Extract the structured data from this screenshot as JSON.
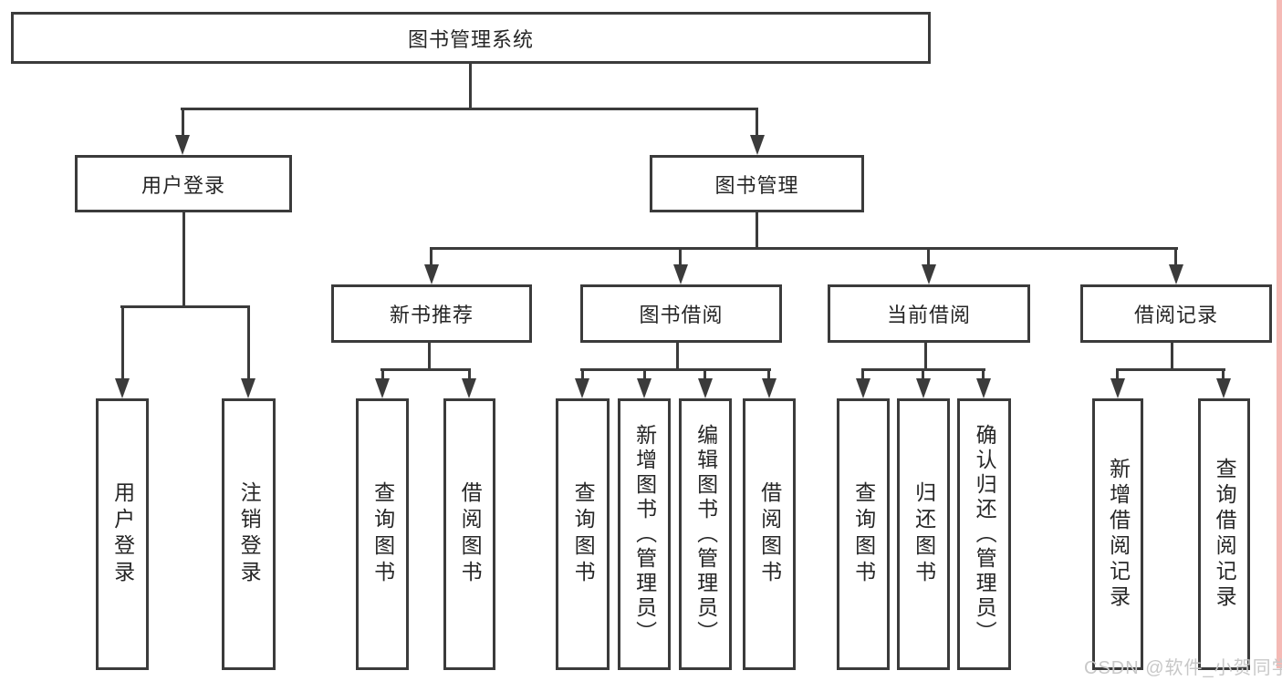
{
  "title": "图书管理系统",
  "colors": {
    "line": "#3b3b3b",
    "text": "#262626",
    "watermark_text": "#c8c8c8",
    "right_strip": "#f5b9b5",
    "background": "#ffffff"
  },
  "nodes": {
    "root": "图书管理系统",
    "level2": {
      "user_login": "用户登录",
      "book_management": "图书管理"
    },
    "level3": {
      "new_book": "新书推荐",
      "borrow": "图书借阅",
      "current": "当前借阅",
      "records": "借阅记录"
    },
    "leaves": {
      "user_login": "用户登录",
      "logout": "注销登录",
      "nb_query": "查询图书",
      "nb_borrow": "借阅图书",
      "bb_query": "查询图书",
      "bb_add": "新增图书（管理员）",
      "bb_edit": "编辑图书（管理员）",
      "bb_borrow": "借阅图书",
      "cb_query": "查询图书",
      "cb_return": "归还图书",
      "cb_confirm": "确认归还（管理员）",
      "br_add": "新增借阅记录",
      "br_query": "查询借阅记录"
    }
  },
  "watermark": "CSDN @软件_小贺同学"
}
